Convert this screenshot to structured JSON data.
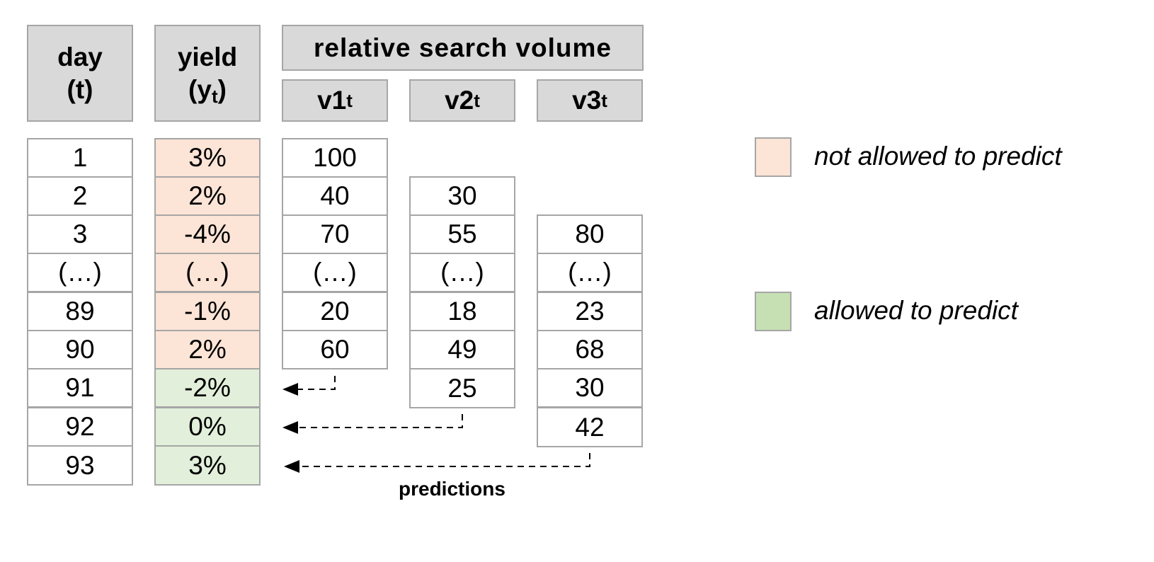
{
  "headers": {
    "day": {
      "line1": "day",
      "line2": "(t)"
    },
    "yield": {
      "line1": "yield",
      "line2_main": "(y",
      "line2_sub": "t",
      "line2_end": ")"
    },
    "rsv": "relative search volume",
    "v1": {
      "main": "v1",
      "sub": "t"
    },
    "v2": {
      "main": "v2",
      "sub": "t"
    },
    "v3": {
      "main": "v3",
      "sub": "t"
    }
  },
  "rows": [
    {
      "day": "1",
      "yield": "3%",
      "v1": "100",
      "v2": "",
      "v3": ""
    },
    {
      "day": "2",
      "yield": "2%",
      "v1": "40",
      "v2": "30",
      "v3": ""
    },
    {
      "day": "3",
      "yield": "-4%",
      "v1": "70",
      "v2": "55",
      "v3": "80"
    },
    {
      "day": "(…)",
      "yield": "(…)",
      "v1": "(…)",
      "v2": "(…)",
      "v3": "(…)"
    },
    {
      "day": "89",
      "yield": "-1%",
      "v1": "20",
      "v2": "18",
      "v3": "23"
    },
    {
      "day": "90",
      "yield": "2%",
      "v1": "60",
      "v2": "49",
      "v3": "68"
    },
    {
      "day": "91",
      "yield": "-2%",
      "v1": "",
      "v2": "25",
      "v3": "30"
    },
    {
      "day": "92",
      "yield": "0%",
      "v1": "",
      "v2": "",
      "v3": "42"
    },
    {
      "day": "93",
      "yield": "3%",
      "v1": "",
      "v2": "",
      "v3": ""
    }
  ],
  "legend": {
    "not_allowed": "not allowed to predict",
    "allowed": "allowed to predict"
  },
  "predictions_label": "predictions",
  "colors": {
    "header_fill": "#d9d9d9",
    "border": "#a6a6a6",
    "not_allowed_fill": "#fce4d6",
    "allowed_fill": "#e2efda",
    "legend_allowed_fill": "#c6e0b4"
  }
}
